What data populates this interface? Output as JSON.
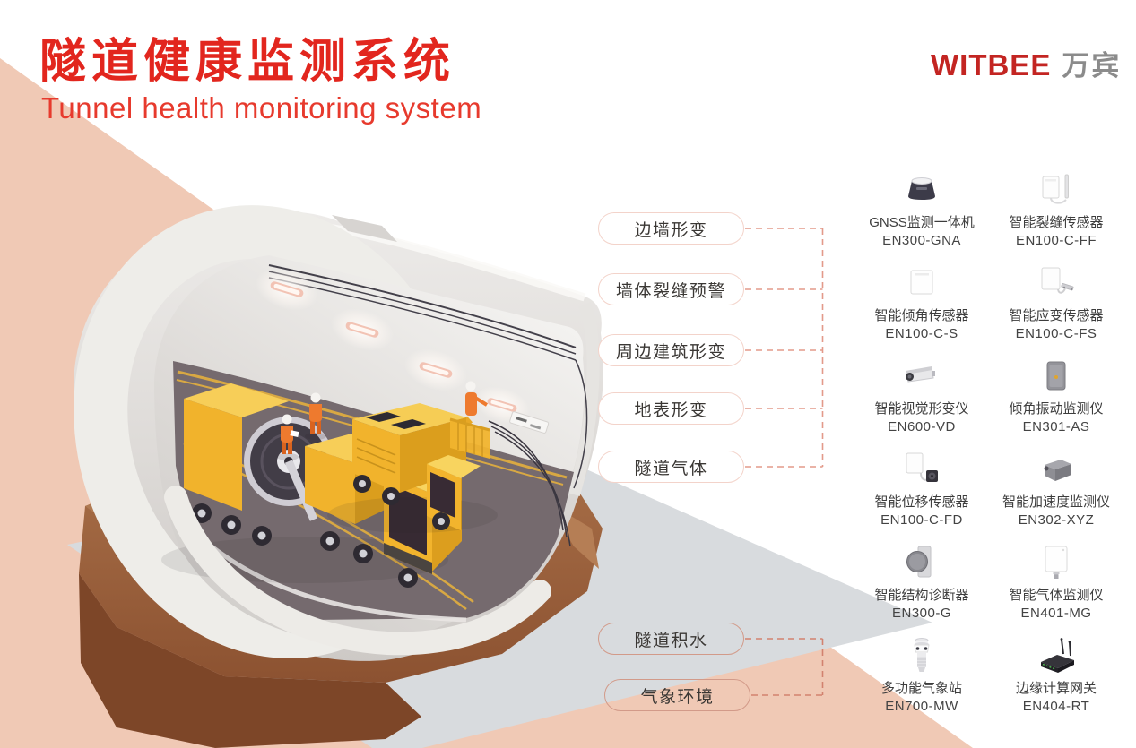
{
  "header": {
    "title_zh": "隧道健康监测系统",
    "title_en": "Tunnel health monitoring system",
    "brand": {
      "name": "WITBEE",
      "cjk": "万宾"
    }
  },
  "colors": {
    "accent_red": "#e2261e",
    "subtitle_red": "#e73a2d",
    "brand_red": "#c32522",
    "brand_gray": "#8b8b8b",
    "background_pink": "#f0c9b5",
    "label_border": "#f3d3ca",
    "label_border_on_pink": "#d29a89",
    "connector": "#e39a8a",
    "connector_on_pink": "#d2826f",
    "text_dark": "#3d3d3d",
    "truck_yellow": "#f2b42d",
    "road_gray": "#756a6e",
    "earth_brown": "#9a6040"
  },
  "illustration": {
    "alt": "隧道剖面等距插画：养护车辆与工人"
  },
  "monitoring_labels": [
    {
      "text": "边墙形变"
    },
    {
      "text": "墙体裂缝预警"
    },
    {
      "text": "周边建筑形变"
    },
    {
      "text": "地表形变"
    },
    {
      "text": "隧道气体"
    },
    {
      "text": "隧道积水"
    },
    {
      "text": "气象环境"
    }
  ],
  "products": [
    {
      "name": "GNSS监测一体机",
      "model": "EN300-GNA",
      "icon": "gnss-monitor-icon"
    },
    {
      "name": "智能裂缝传感器",
      "model": "EN100-C-FF",
      "icon": "crack-sensor-icon"
    },
    {
      "name": "智能倾角传感器",
      "model": "EN100-C-S",
      "icon": "tilt-sensor-icon"
    },
    {
      "name": "智能应变传感器",
      "model": "EN100-C-FS",
      "icon": "strain-sensor-icon"
    },
    {
      "name": "智能视觉形变仪",
      "model": "EN600-VD",
      "icon": "vision-camera-icon"
    },
    {
      "name": "倾角振动监测仪",
      "model": "EN301-AS",
      "icon": "tilt-vibration-icon"
    },
    {
      "name": "智能位移传感器",
      "model": "EN100-C-FD",
      "icon": "displacement-sensor-icon"
    },
    {
      "name": "智能加速度监测仪",
      "model": "EN302-XYZ",
      "icon": "acceleration-monitor-icon"
    },
    {
      "name": "智能结构诊断器",
      "model": "EN300-G",
      "icon": "structure-diagnoser-icon"
    },
    {
      "name": "智能气体监测仪",
      "model": "EN401-MG",
      "icon": "gas-monitor-icon"
    },
    {
      "name": "多功能气象站",
      "model": "EN700-MW",
      "icon": "weather-station-icon"
    },
    {
      "name": "边缘计算网关",
      "model": "EN404-RT",
      "icon": "edge-gateway-icon"
    }
  ]
}
